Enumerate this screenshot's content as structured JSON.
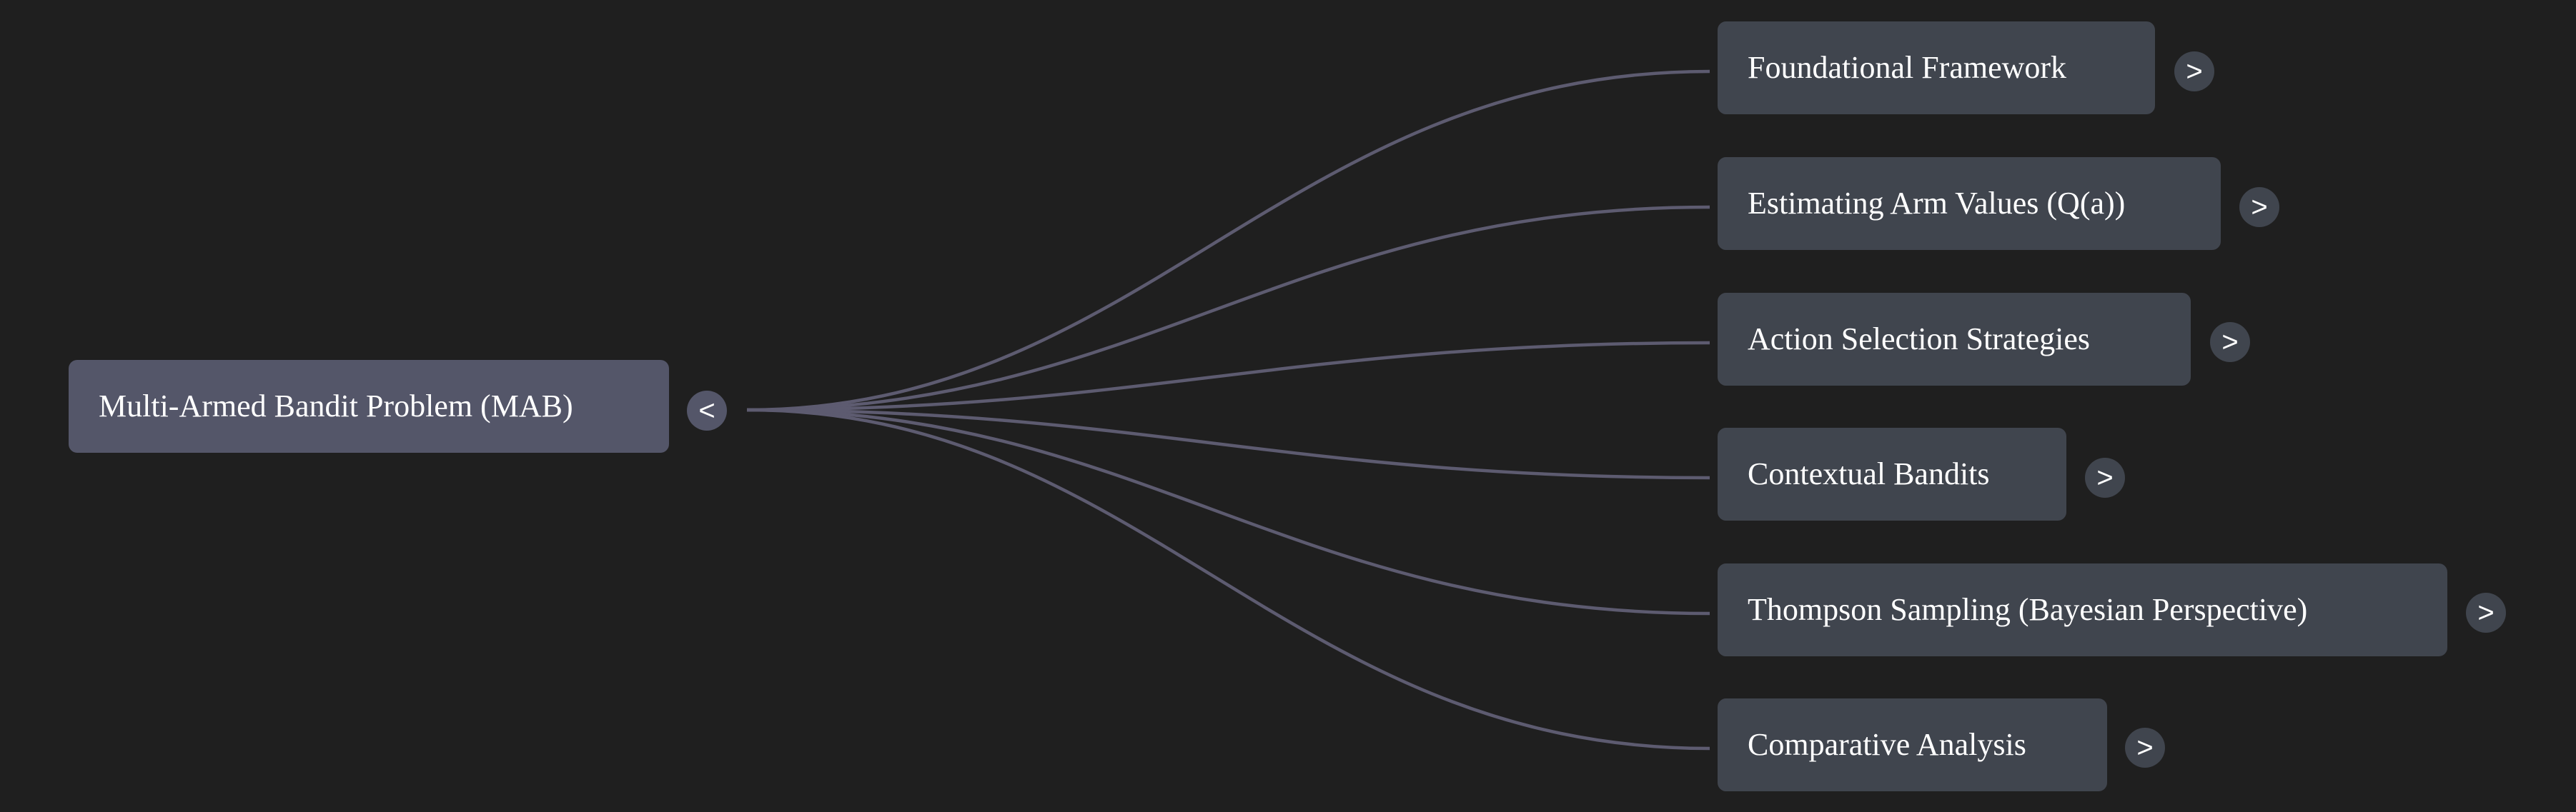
{
  "root": {
    "label": "Multi-Armed Bandit Problem (MAB)",
    "toggle": "<"
  },
  "children": [
    {
      "label": "Foundational Framework",
      "toggle": ">"
    },
    {
      "label": "Estimating Arm Values (Q(a))",
      "toggle": ">"
    },
    {
      "label": "Action Selection Strategies",
      "toggle": ">"
    },
    {
      "label": "Contextual Bandits",
      "toggle": ">"
    },
    {
      "label": "Thompson Sampling (Bayesian Perspective)",
      "toggle": ">"
    },
    {
      "label": "Comparative Analysis",
      "toggle": ">"
    }
  ],
  "colors": {
    "background": "#1f1f1f",
    "root_node": "#545669",
    "child_node": "#40454e",
    "edge": "#5d5b70",
    "text": "#ffffff"
  }
}
